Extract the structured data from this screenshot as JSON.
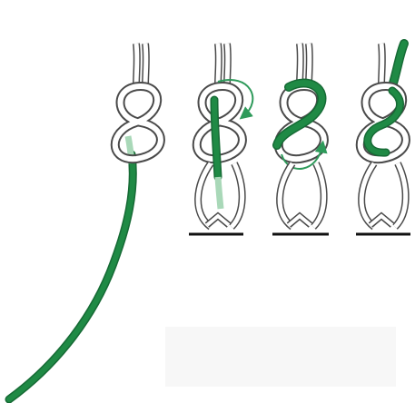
{
  "colors": {
    "background": "#ffffff",
    "rope_white": "#ffffff",
    "rope_outline": "#4a4a4a",
    "rope_green": "#1f8a45",
    "rope_green_dark": "#166a35",
    "rope_green_light": "#a9d8b8",
    "arrow_green": "#2e9a5a",
    "anchor_black": "#111111",
    "caption_area": "#f7f7f7"
  },
  "steps": [
    {
      "id": "step-1",
      "icons": [
        "figure-eight-knot-icon"
      ]
    },
    {
      "id": "step-2",
      "icons": [
        "figure-eight-knot-icon",
        "retrace-arrow-icon"
      ]
    },
    {
      "id": "step-3",
      "icons": [
        "figure-eight-knot-icon",
        "retrace-arrow-icon"
      ]
    },
    {
      "id": "step-4",
      "icons": [
        "figure-eight-knot-icon"
      ]
    }
  ]
}
